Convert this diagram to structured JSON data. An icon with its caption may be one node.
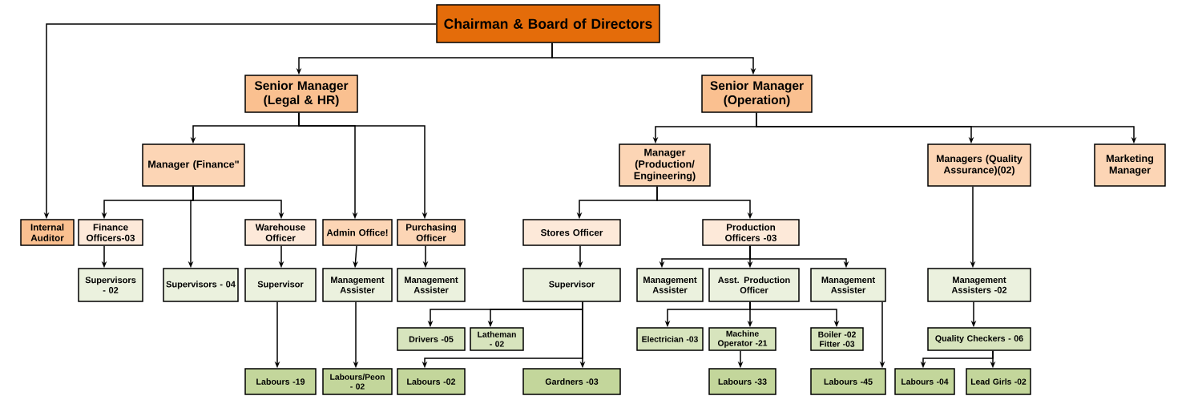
{
  "diagram": {
    "nodes": [
      {
        "text": [
          "Chairman & Board of Directors"
        ]
      },
      {
        "text": [
          "Senior Manager (Legal & HR)"
        ]
      },
      {
        "text": [
          "Senior Manager (Operation)"
        ]
      },
      {
        "text": [
          "Manager (Finance\""
        ]
      },
      {
        "text": [
          "Manager (Production/ Engineering)"
        ]
      },
      {
        "text": [
          "Managers (Quality Assurance)(02)"
        ]
      },
      {
        "text": [
          "Marketing Manager"
        ]
      },
      {
        "text": [
          "Internal Auditor"
        ]
      },
      {
        "text": [
          "Finance Officers-03"
        ]
      },
      {
        "text": [
          "Warehouse Officer"
        ]
      },
      {
        "text": [
          "Admin Office!"
        ]
      },
      {
        "text": [
          "Purchasing Officer"
        ]
      },
      {
        "text": [
          "Stores Officer"
        ]
      },
      {
        "text": [
          "Production Officers -03"
        ]
      },
      {
        "text": [
          "Supervisors - 02"
        ]
      },
      {
        "text": [
          "Supervisors - 04"
        ]
      },
      {
        "text": [
          "Supervisor"
        ]
      },
      {
        "text": [
          "Management Assister"
        ]
      },
      {
        "text": [
          "Management Assister"
        ]
      },
      {
        "text": [
          "Supervisor"
        ]
      },
      {
        "text": [
          "Management Assister"
        ]
      },
      {
        "text": [
          "Asst. Production Officer"
        ]
      },
      {
        "text": [
          "Management Assister"
        ]
      },
      {
        "text": [
          "Management Assisters -02"
        ]
      },
      {
        "text": [
          "Drivers -05"
        ]
      },
      {
        "text": [
          "Latheman - 02"
        ]
      },
      {
        "text": [
          "Electrician -03"
        ]
      },
      {
        "text": [
          "Machine Operator -21"
        ]
      },
      {
        "text": [
          "Boiler -02 Fitter -03"
        ]
      },
      {
        "text": [
          "Quality Checkers - 06"
        ]
      },
      {
        "text": [
          "Labours -19"
        ]
      },
      {
        "text": [
          "Labours/Peon - 02"
        ]
      },
      {
        "text": [
          "Labours -02"
        ]
      },
      {
        "text": [
          "Gardners -03"
        ]
      },
      {
        "text": [
          "Labours -33"
        ]
      },
      {
        "text": [
          "Labours -45"
        ]
      },
      {
        "text": [
          "Labours -04"
        ]
      },
      {
        "text": [
          "Lead Girls -02"
        ]
      }
    ],
    "edges": [
      {
        "from": 0,
        "to": 7,
        "arrow": "to"
      },
      {
        "from": 0,
        "to": 1,
        "arrow": "to"
      },
      {
        "from": 0,
        "to": 2,
        "arrow": "to"
      },
      {
        "from": 1,
        "to": 3,
        "arrow": "to"
      },
      {
        "from": 1,
        "to": 10,
        "arrow": "to"
      },
      {
        "from": 1,
        "to": 11,
        "arrow": "to"
      },
      {
        "from": 2,
        "to": 4,
        "arrow": "to"
      },
      {
        "from": 2,
        "to": 5,
        "arrow": "to"
      },
      {
        "from": 2,
        "to": 6,
        "arrow": "to"
      },
      {
        "from": 3,
        "to": 8,
        "arrow": "to"
      },
      {
        "from": 3,
        "to": 15,
        "arrow": "to"
      },
      {
        "from": 3,
        "to": 9,
        "arrow": "to"
      },
      {
        "from": 4,
        "to": 12,
        "arrow": "to"
      },
      {
        "from": 4,
        "to": 13,
        "arrow": "to"
      },
      {
        "from": 8,
        "to": 14,
        "arrow": "to"
      },
      {
        "from": 9,
        "to": 16,
        "arrow": "to"
      },
      {
        "from": 10,
        "to": 17,
        "arrow": "to"
      },
      {
        "from": 11,
        "to": 18,
        "arrow": "to"
      },
      {
        "from": 12,
        "to": 19,
        "arrow": "to"
      },
      {
        "from": 13,
        "to": 20,
        "arrow": "to"
      },
      {
        "from": 13,
        "to": 21,
        "arrow": "to"
      },
      {
        "from": 13,
        "to": 22,
        "arrow": "to"
      },
      {
        "from": 5,
        "to": 23,
        "arrow": "to"
      },
      {
        "from": 16,
        "to": 30,
        "arrow": "to"
      },
      {
        "from": 17,
        "to": 31,
        "arrow": "to"
      },
      {
        "from": 19,
        "to": 24,
        "arrow": "to"
      },
      {
        "from": 19,
        "to": 25,
        "arrow": "to"
      },
      {
        "from": 19,
        "to": 32,
        "arrow": "to"
      },
      {
        "from": 19,
        "to": 33,
        "arrow": "to"
      },
      {
        "from": 21,
        "to": 26,
        "arrow": "to"
      },
      {
        "from": 21,
        "to": 27,
        "arrow": "to"
      },
      {
        "from": 21,
        "to": 28,
        "arrow": "to"
      },
      {
        "from": 27,
        "to": 34,
        "arrow": "to"
      },
      {
        "from": 22,
        "to": 35,
        "arrow": "to"
      },
      {
        "from": 23,
        "to": 29,
        "arrow": "to"
      },
      {
        "from": 29,
        "to": 36,
        "arrow": "to"
      },
      {
        "from": 29,
        "to": 37,
        "arrow": "to"
      }
    ]
  }
}
